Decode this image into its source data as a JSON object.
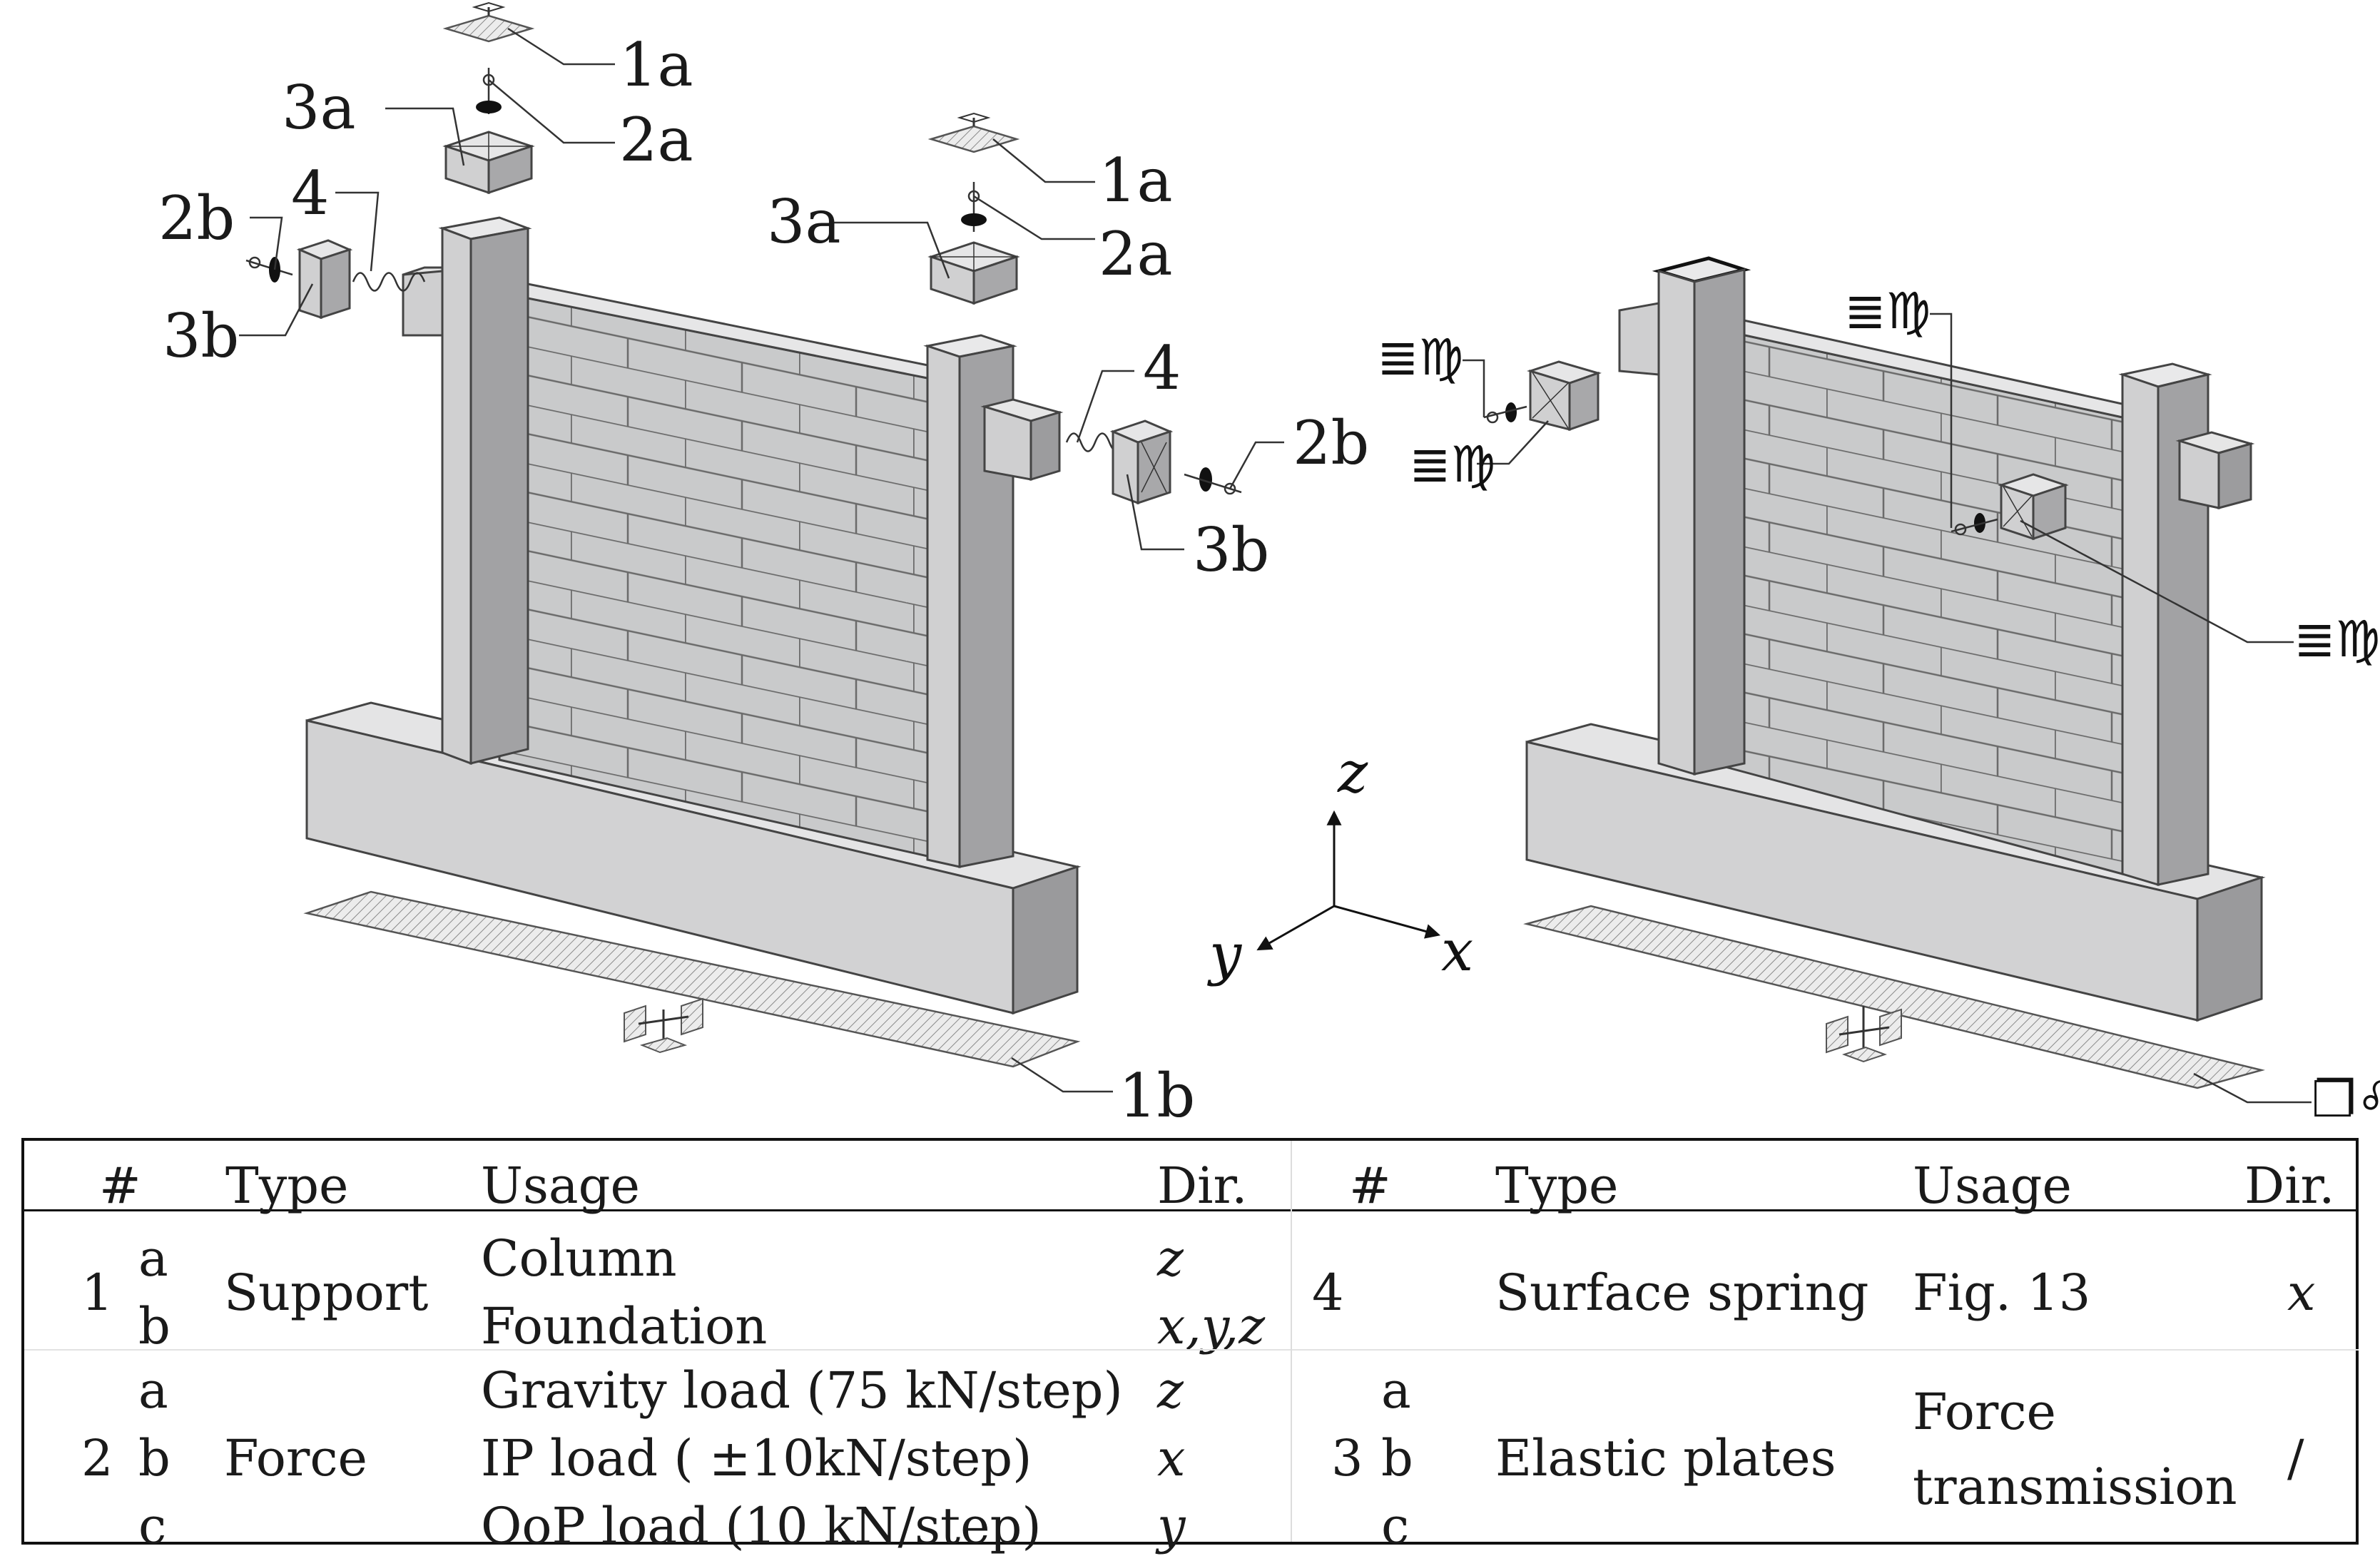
{
  "figure": {
    "labels": {
      "l_1a": "1a",
      "l_2a": "2a",
      "l_3a": "3a",
      "l_2b": "2b",
      "l_4": "4",
      "l_3b": "3b",
      "r_1a": "1a",
      "r_2a": "2a",
      "r_3a": "3a",
      "r_4": "4",
      "r_2b": "2b",
      "r_3b": "3b",
      "bottom_1b": "1b"
    },
    "axes": {
      "z": "z",
      "y": "y",
      "x": "x"
    },
    "icon_symbols": {
      "wall_l1": "≣♍",
      "wall_l2": "≣♍",
      "wall_top": "≣♍",
      "wall_right": "≣♍",
      "wall_bottom": "❐♌"
    }
  },
  "legend": {
    "headers": {
      "num": "#",
      "type": "Type",
      "usage": "Usage",
      "dir": "Dir."
    },
    "left_rows": [
      {
        "num": "1",
        "subs": [
          "a",
          "b"
        ],
        "type": "Support",
        "usages": [
          "Column",
          "Foundation"
        ],
        "dirs": [
          "z",
          "x,y,z"
        ]
      },
      {
        "num": "2",
        "subs": [
          "a",
          "b",
          "c"
        ],
        "type": "Force",
        "usages": [
          "Gravity load (75 kN/step)",
          "IP load ( ±10kN/step)",
          "OoP load (10 kN/step)"
        ],
        "dirs": [
          "z",
          "x",
          "y"
        ]
      }
    ],
    "right_rows": [
      {
        "num": "4",
        "type": "Surface spring",
        "usage": "Fig. 13",
        "dir": "x"
      },
      {
        "num": "3",
        "subs": [
          "a",
          "b",
          "c"
        ],
        "type": "Elastic plates",
        "usage_lines": [
          "Force",
          "transmission"
        ],
        "dir": "/"
      }
    ]
  }
}
